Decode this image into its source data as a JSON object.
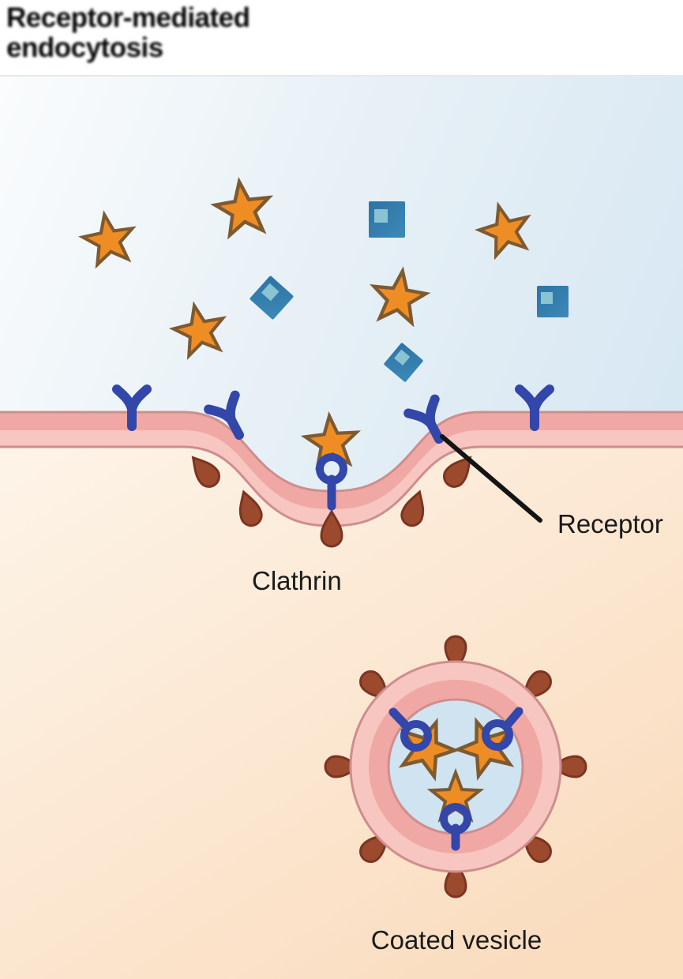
{
  "title": {
    "line1": "Receptor-mediated",
    "line2": "endocytosis"
  },
  "labels": {
    "receptor": "Receptor",
    "clathrin": "Clathrin",
    "coated_vesicle": "Coated vesicle"
  },
  "molecules": {
    "ligand_stars_extracellular": 5,
    "ligand_star_bound_in_pit": 1,
    "cargo_squares": 2,
    "cargo_diamonds": 2,
    "membrane_receptors": 5,
    "clathrin_pins_on_pit": 5,
    "vesicle": {
      "stars_inside": 3,
      "receptors_inside": 3,
      "clathrin_pins": 8
    }
  },
  "colors": {
    "star": "#ef8d25",
    "star_outline": "#7e5a30",
    "receptor": "#3346a9",
    "membrane_deep": "#f0a8a4",
    "membrane_light": "#f7c6c0",
    "membrane_outline": "#cf8d8d",
    "clathrin": "#9c4a2d",
    "clathrin_outline": "#7b3421",
    "cargo_fill": "#2d78aa",
    "cargo_inner": "#93cbd6",
    "extracellular_blue": "#d5e6f2",
    "cytoplasm_peach": "#fadfc6",
    "vesicle_lumen": "#cfe3f0",
    "label_text": "#1a1a1a",
    "title_text": "#070707"
  }
}
